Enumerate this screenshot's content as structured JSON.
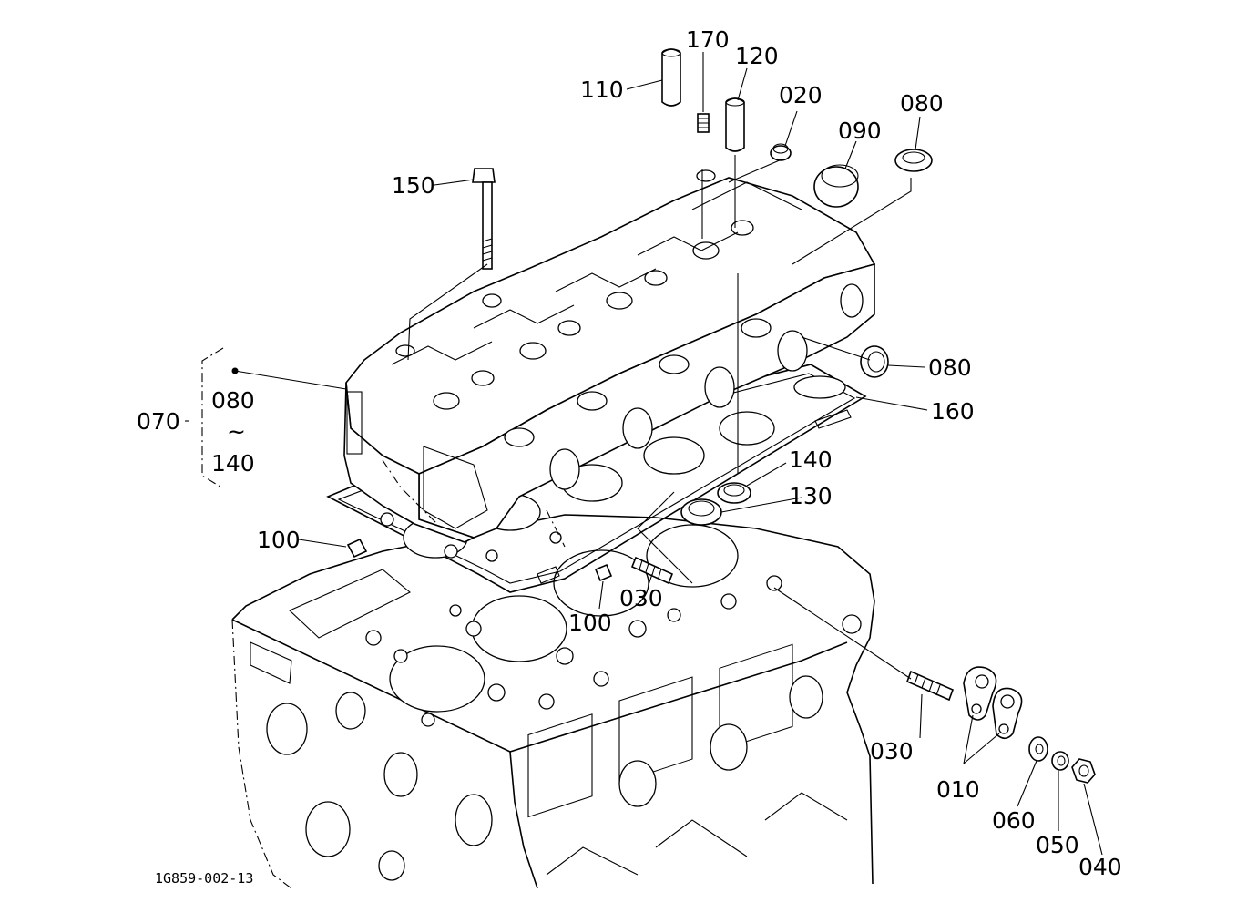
{
  "drawing_number": "1G859-002-13",
  "parts": {
    "p110": "110",
    "p170": "170",
    "p120": "120",
    "p020": "020",
    "p090": "090",
    "p080_top": "080",
    "p150": "150",
    "p080_right": "080",
    "p160": "160",
    "p140": "140",
    "p130": "130",
    "p100_left": "100",
    "p100_mid": "100",
    "p030_mid": "030",
    "p030_right": "030",
    "p010": "010",
    "p060": "060",
    "p050": "050",
    "p040": "040"
  },
  "group_bracket": {
    "label": "070",
    "range_start": "080",
    "range_symbol": "~",
    "range_end": "140"
  }
}
